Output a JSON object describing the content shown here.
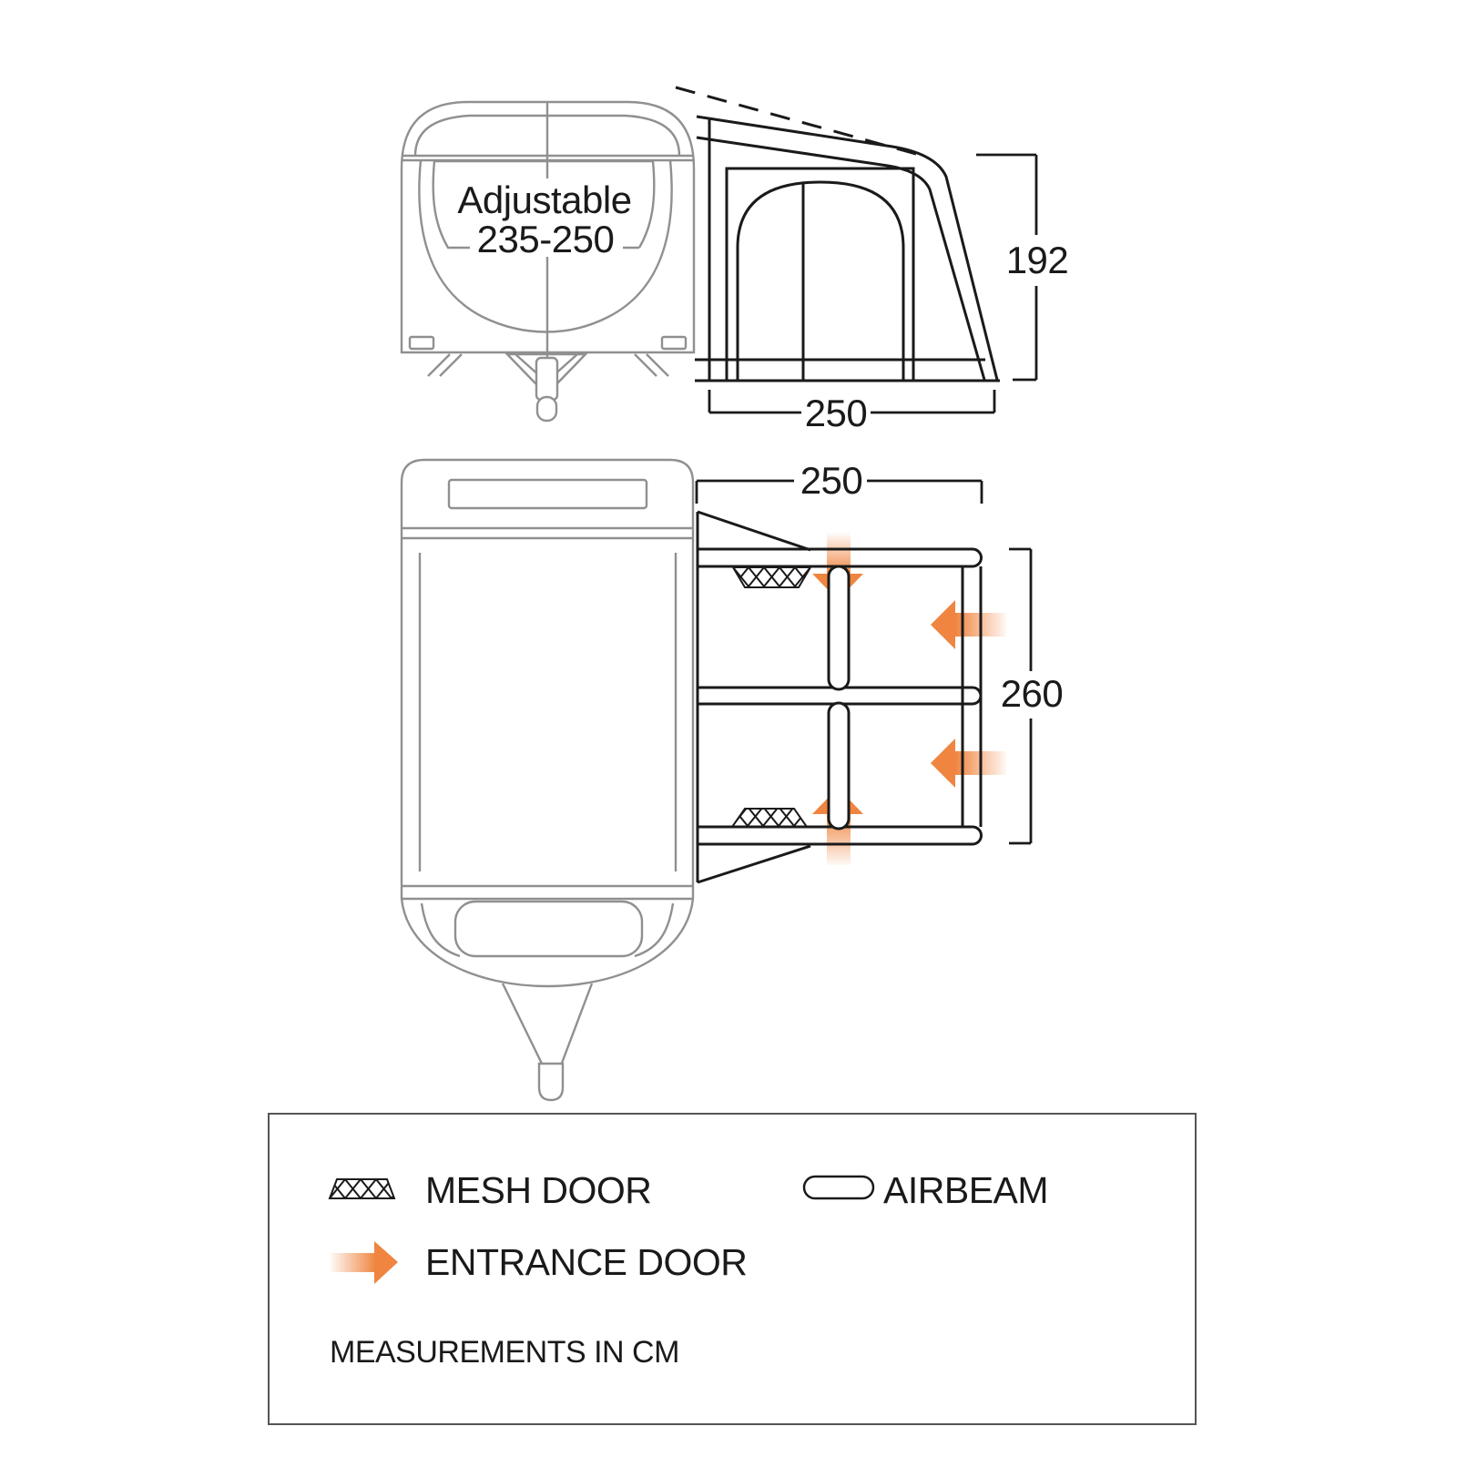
{
  "front_view": {
    "adjustable_label": "Adjustable",
    "adjustable_range": "235-250"
  },
  "side_view": {
    "height": "192",
    "depth": "250"
  },
  "plan_view": {
    "depth": "250",
    "width": "260"
  },
  "legend": {
    "mesh_door": "MESH DOOR",
    "airbeam": "AIRBEAM",
    "entrance_door": "ENTRANCE DOOR",
    "note": "MEASUREMENTS IN CM"
  },
  "colors": {
    "accent_orange": "#EF8540",
    "line_black": "#1a1a1a",
    "caravan_gray": "#909090"
  }
}
